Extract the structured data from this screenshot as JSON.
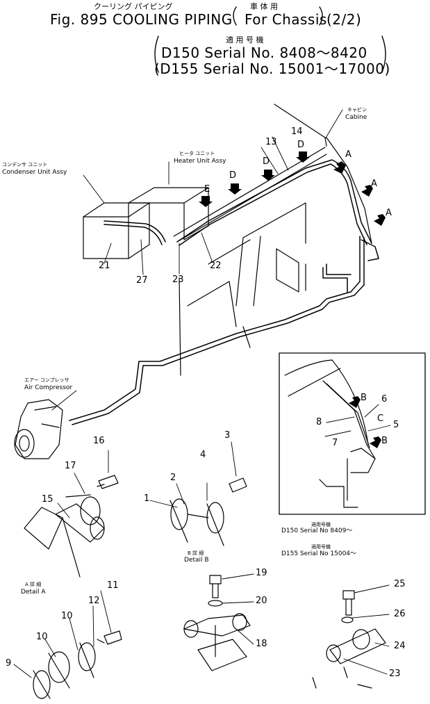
{
  "header": {
    "jp_title": "クーリング パイピング",
    "jp_chassis": "車 体 用",
    "title": "Fig. 895  COOLING PIPING",
    "chassis": "For Chassis",
    "page": "(2/2)",
    "jp_applicable": "適 用 号 機",
    "serial_1": "D150  Serial  No. 8408～8420",
    "serial_2": "(D155  Serial  No. 15001～17000)"
  },
  "components": {
    "cabine_jp": "キャビン",
    "cabine": "Cabine",
    "heater_jp": "ヒータ ユニット",
    "heater": "Heater Unit Assy",
    "condenser_jp": "コンデンサ ユニット",
    "condenser": "Condenser Unit Assy",
    "compressor_jp": "エアー コンプレッサ",
    "compressor": "Air Compressor"
  },
  "arrows": {
    "a": "A",
    "b": "B",
    "c": "C",
    "d": "D",
    "e": "E"
  },
  "inset": {
    "jp_1": "適用号機",
    "line_1": "D150  Serial No 8409～",
    "jp_2": "適用号機",
    "line_2": "D155  Serial No 15004～"
  },
  "details": {
    "a_jp": "A 詳 細",
    "a": "Detail  A",
    "b_jp": "B 詳 細",
    "b": "Detail  B"
  },
  "part_numbers": {
    "p1": "1",
    "p2": "2",
    "p3": "3",
    "p4": "4",
    "p5": "5",
    "p6": "6",
    "p7": "7",
    "p8": "8",
    "p9": "9",
    "p10": "10",
    "p11": "11",
    "p12": "12",
    "p13": "13",
    "p14": "14",
    "p15": "15",
    "p16": "16",
    "p17": "17",
    "p18": "18",
    "p19": "19",
    "p20": "20",
    "p21": "21",
    "p22": "22",
    "p23": "23",
    "p24": "24",
    "p25": "25",
    "p26": "26",
    "p27": "27"
  }
}
